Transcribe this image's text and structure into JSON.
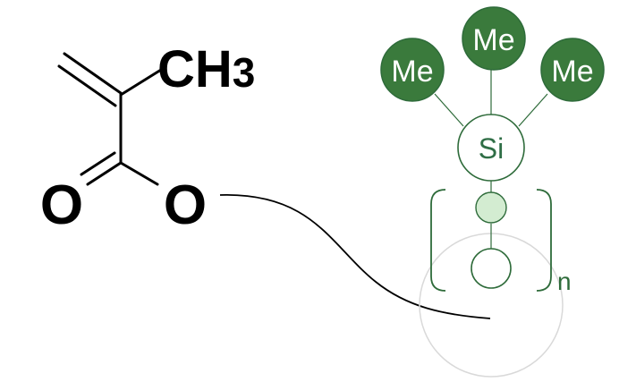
{
  "methacrylate": {
    "methyl_label": "CH",
    "methyl_subscript": "3",
    "carbonyl_oxygen": "O",
    "ester_oxygen": "O"
  },
  "siloxane": {
    "methyl_groups": [
      "Me",
      "Me",
      "Me"
    ],
    "silicon_label": "Si",
    "repeat_subscript": "n"
  },
  "colors": {
    "bond": "#000000",
    "green_dark": "#3a7a3c",
    "green_stroke": "#2e6b3a",
    "green_light": "#d3ecd1",
    "si_text": "#2f6e46",
    "halo_gray": "#d9d9d9"
  }
}
